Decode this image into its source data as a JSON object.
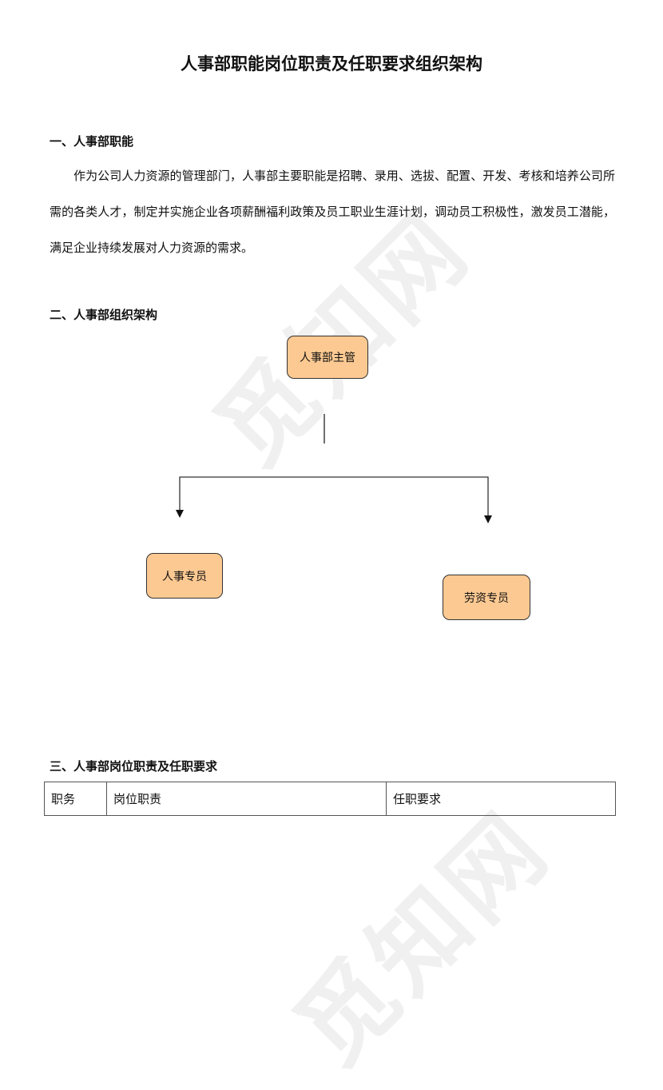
{
  "watermark": "觅知网",
  "document": {
    "title": "人事部职能岗位职责及任职要求组织架构",
    "sections": [
      {
        "heading": "一、人事部职能",
        "paragraph": "作为公司人力资源的管理部门，人事部主要职能是招聘、录用、选拔、配置、开发、考核和培养公司所需的各类人才，制定并实施企业各项薪酬福利政策及员工职业生涯计划，调动员工积极性，激发员工潜能，满足企业持续发展对人力资源的需求。"
      },
      {
        "heading": "二、人事部组织架构",
        "org_chart": {
          "root": "人事部主管",
          "children": [
            "人事专员",
            "劳资专员"
          ],
          "box_color": "#fcc992"
        }
      },
      {
        "heading": "三、人事部岗位职责及任职要求",
        "table": {
          "headers": [
            "职务",
            "岗位职责",
            "任职要求"
          ]
        }
      }
    ]
  }
}
